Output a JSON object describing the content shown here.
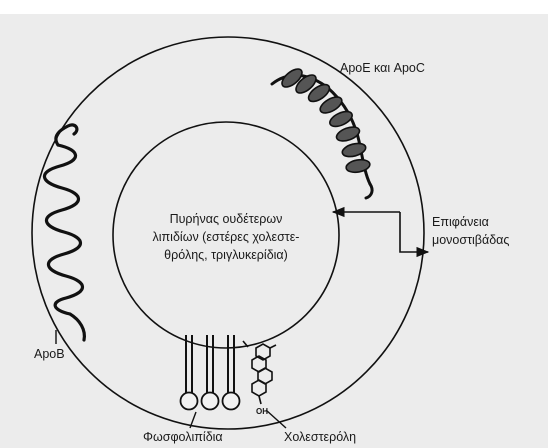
{
  "labels": {
    "apoe_apoc": "ApoE και ApoC",
    "core_line1": "Πυρήνας ουδέτερων",
    "core_line2": "λιπιδίων (εστέρες χολεστε-",
    "core_line3": "θρόλης, τριγλυκερίδια)",
    "surface_line1": "Επιφάνεια",
    "surface_line2": "μονοστιβάδας",
    "apob": "ApoB",
    "phospholipids": "Φωσφολιπίδια",
    "cholesterol": "Χολεστερόλη",
    "oh": "OH"
  }
}
